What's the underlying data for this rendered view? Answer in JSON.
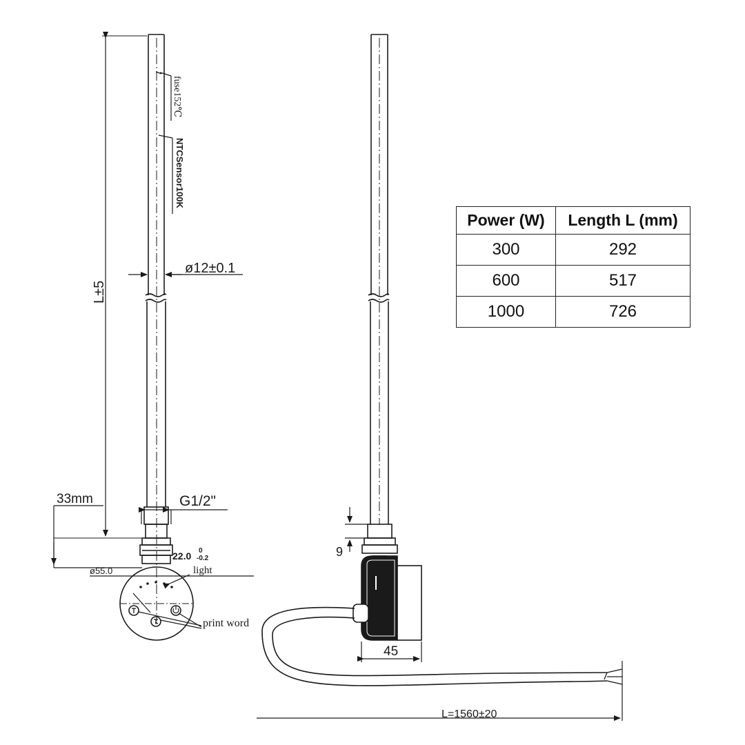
{
  "labels": {
    "fuse": "fuse152℃",
    "ntc_sensor": "NTCSensor100K",
    "tube_length": "L±5",
    "tube_diameter": "ø12±0.1",
    "offset_33": "33mm",
    "thread": "G1/2\"",
    "nut_width": "22.0",
    "nut_tol_upper": "0",
    "nut_tol_lower": "-0.2",
    "knob_diameter": "ø55.0",
    "light": "light",
    "print_word": "print word",
    "side_offset": "9",
    "housing_width": "45",
    "cable_length": "L=1560±20"
  },
  "table": {
    "headers": [
      "Power (W)",
      "Length L (mm)"
    ],
    "rows": [
      [
        "300",
        "292"
      ],
      [
        "600",
        "517"
      ],
      [
        "1000",
        "726"
      ]
    ]
  },
  "colors": {
    "line": "#1a1a1a",
    "background": "#ffffff",
    "housing": "#1a1a1a"
  }
}
